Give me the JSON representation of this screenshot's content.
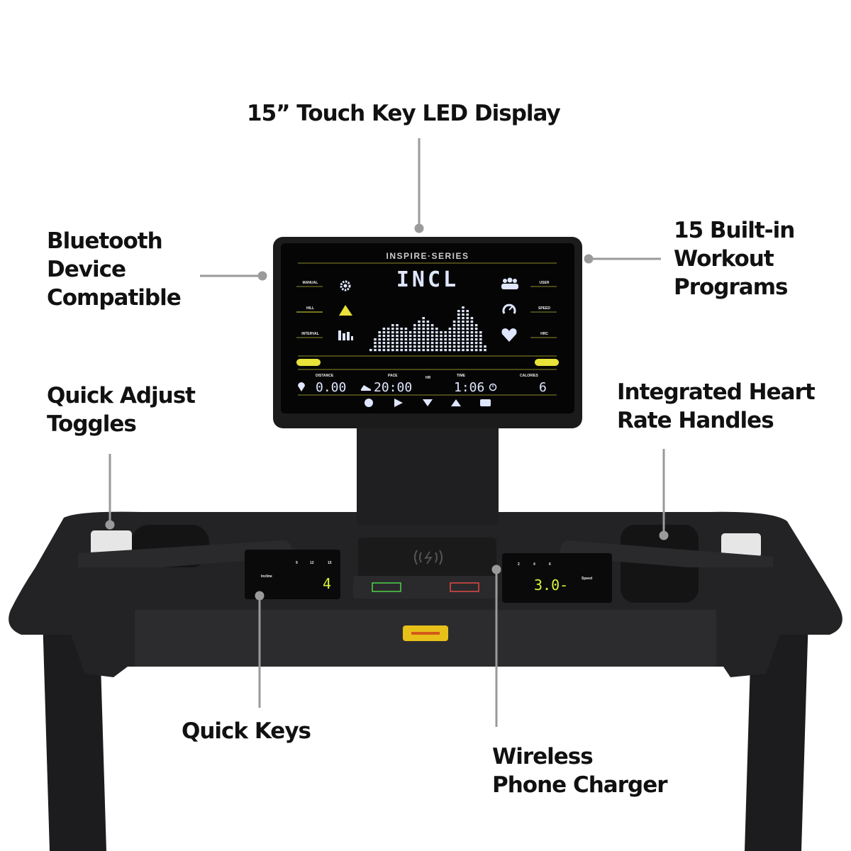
{
  "callouts": {
    "display": "15” Touch Key LED Display",
    "bluetooth": [
      "Bluetooth",
      "Device",
      "Compatible"
    ],
    "programs": [
      "15 Built-in",
      "Workout",
      "Programs"
    ],
    "toggles": [
      "Quick Adjust",
      "Toggles"
    ],
    "heart_rate": [
      "Integrated Heart",
      "Rate Handles"
    ],
    "quick_keys": "Quick Keys",
    "charger": [
      "Wireless",
      "Phone Charger"
    ]
  },
  "console": {
    "brand": "INSPIRE·SERIES",
    "mode": "INCL",
    "left_programs": [
      "MANUAL",
      "HILL",
      "INTERVAL"
    ],
    "right_programs": [
      "USER",
      "SPEED",
      "HRC"
    ],
    "stats": {
      "distance_label": "DISTANCE",
      "distance": "0.00",
      "pace_label": "PACE",
      "pace": "20:00",
      "hr_label": "HR",
      "time_label": "TIME",
      "time": "1:06",
      "calories_label": "CALORIES",
      "calories": "6"
    },
    "profile_levels": [
      1,
      4,
      6,
      7,
      7,
      8,
      8,
      7,
      7,
      6,
      8,
      9,
      10,
      9,
      8,
      7,
      6,
      6,
      7,
      9,
      12,
      13,
      12,
      10,
      8,
      6,
      2
    ],
    "left_keys": {
      "numbers": [
        "9",
        "12",
        "15"
      ],
      "label": "Incline",
      "value": "4"
    },
    "right_keys": {
      "numbers": [
        "2",
        "4",
        "6"
      ],
      "label": "Speed",
      "value": "3.0-"
    },
    "colors": {
      "accent": "#e8e23a",
      "start": "#4fd14a",
      "stop": "#e04a44",
      "screen": "#050505"
    }
  }
}
